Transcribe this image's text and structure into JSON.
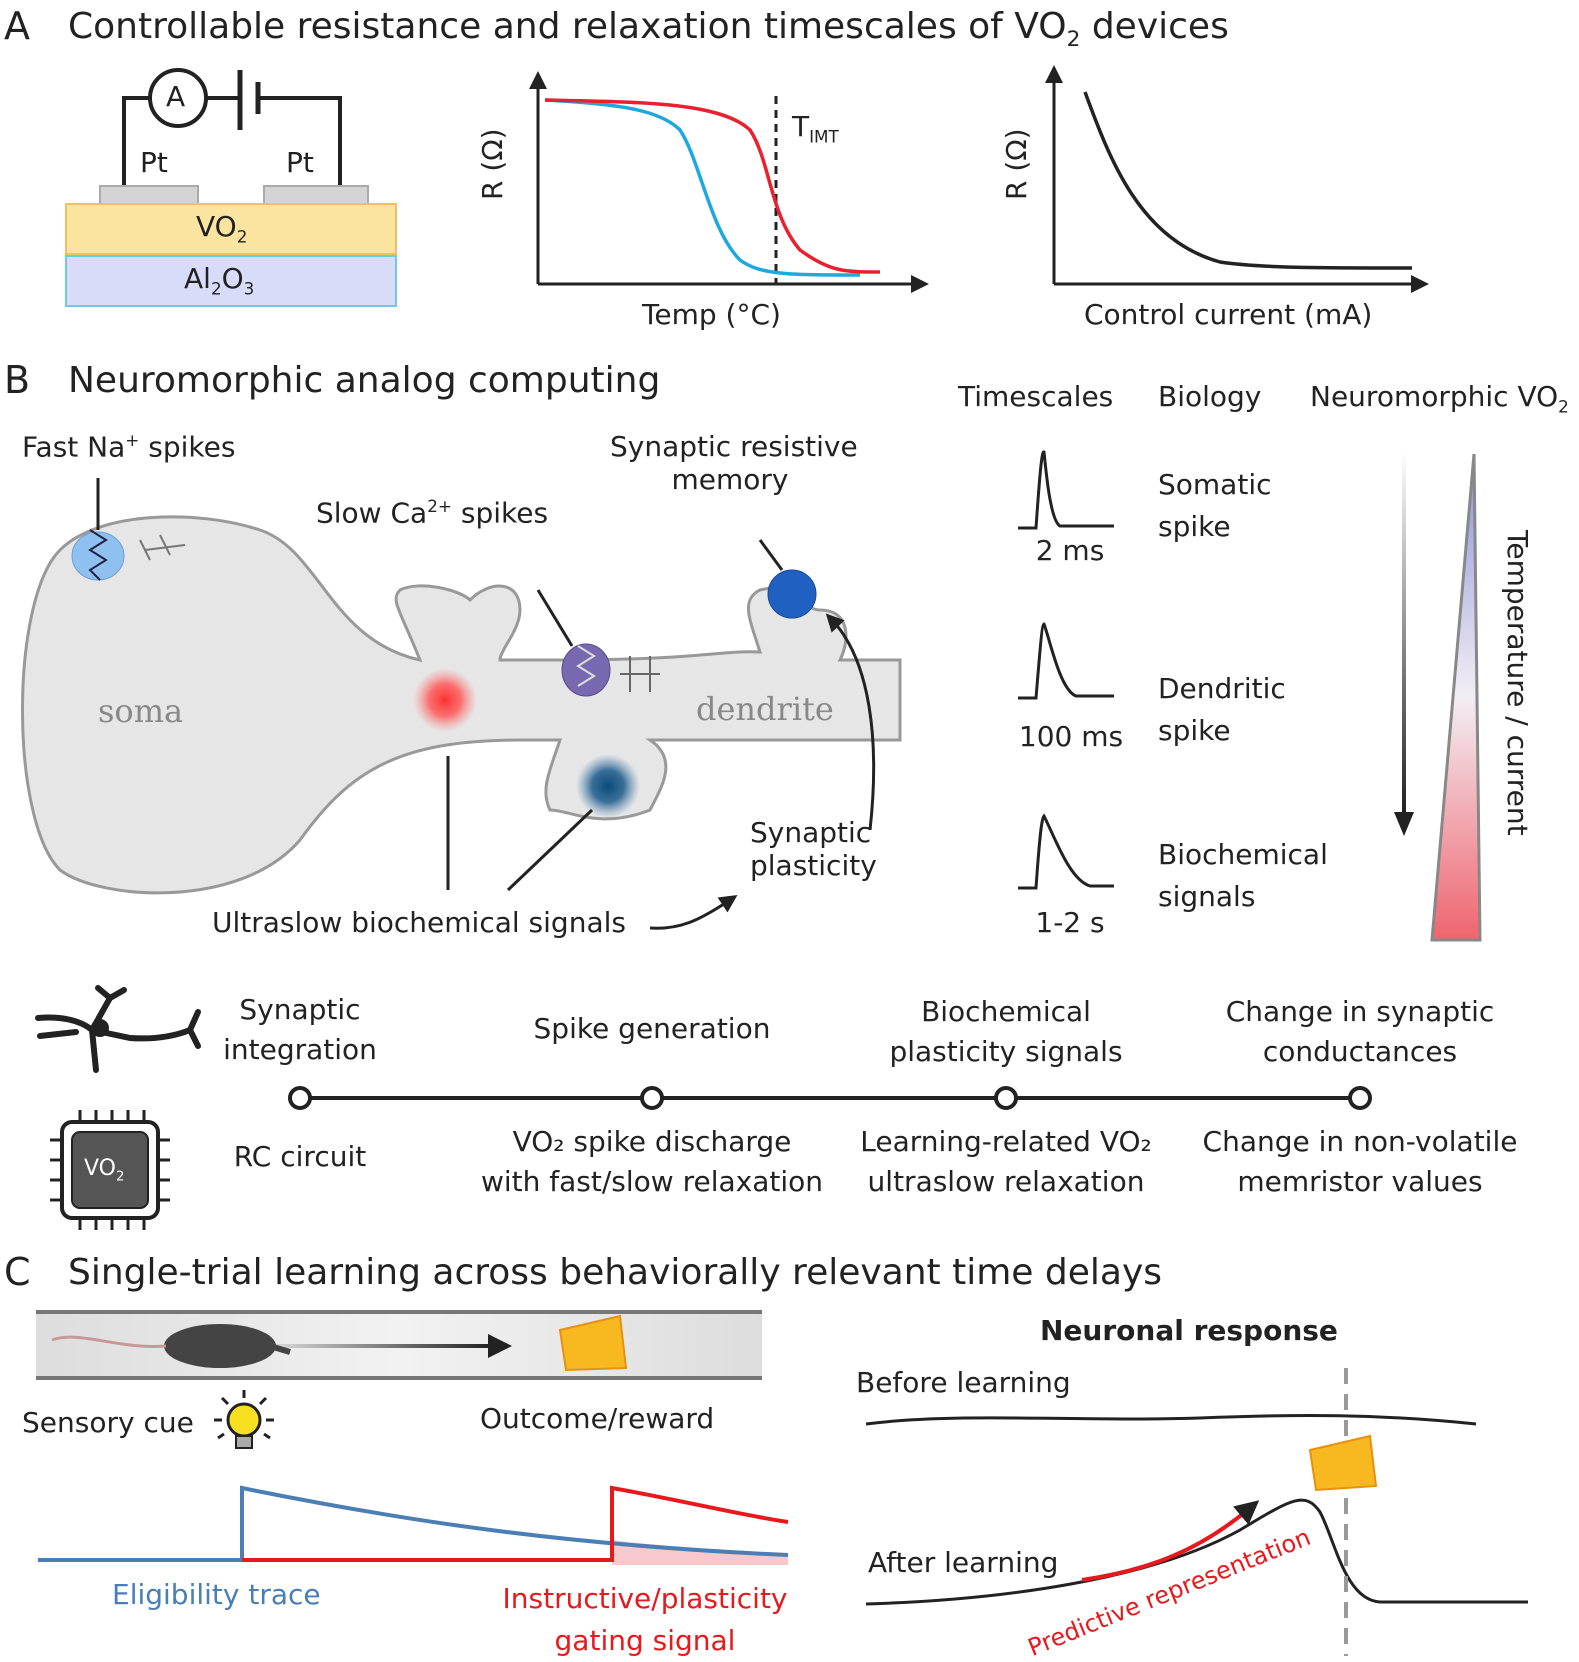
{
  "panel_a": {
    "letter": "A",
    "title_pre": "Controllable resistance and relaxation timescales of VO",
    "title_sub": "2",
    "title_post": " devices",
    "device": {
      "ammeter": "A",
      "electrode_left": "Pt",
      "electrode_right": "Pt",
      "layer_top": "VO",
      "layer_top_sub": "2",
      "layer_bottom_pre": "Al",
      "layer_bottom_sub1": "2",
      "layer_bottom_mid": "O",
      "layer_bottom_sub2": "3"
    },
    "plot_temp": {
      "ylabel": "R (Ω)",
      "xlabel": "Temp (°C)",
      "marker_label": "T",
      "marker_sub": "IMT"
    },
    "plot_current": {
      "ylabel": "R (Ω)",
      "xlabel": "Control current (mA)"
    }
  },
  "panel_b": {
    "letter": "B",
    "title": "Neuromorphic analog computing",
    "neuron": {
      "fast_spikes_pre": "Fast Na",
      "fast_spikes_sup": "+",
      "fast_spikes_post": " spikes",
      "slow_spikes_pre": "Slow Ca",
      "slow_spikes_sup": "2+",
      "slow_spikes_post": " spikes",
      "synaptic_memory_l1": "Synaptic resistive",
      "synaptic_memory_l2": "memory",
      "soma": "soma",
      "dendrite": "dendrite",
      "plasticity_l1": "Synaptic",
      "plasticity_l2": "plasticity",
      "ultraslow": "Ultraslow biochemical signals"
    },
    "table": {
      "headers": [
        "Timescales",
        "Biology",
        "Neuromorphic VO"
      ],
      "header_sub": "2",
      "rows": [
        {
          "timescale": "2 ms",
          "biology_l1": "Somatic",
          "biology_l2": "spike"
        },
        {
          "timescale": "100 ms",
          "biology_l1": "Dendritic",
          "biology_l2": "spike"
        },
        {
          "timescale": "1-2 s",
          "biology_l1": "Biochemical",
          "biology_l2": "signals"
        }
      ],
      "gradient_label": "Temperature / current"
    },
    "timeline": {
      "biology": [
        {
          "l1": "Synaptic",
          "l2": "integration"
        },
        {
          "l1": "Spike generation",
          "l2": ""
        },
        {
          "l1": "Biochemical",
          "l2": "plasticity signals"
        },
        {
          "l1": "Change in synaptic",
          "l2": "conductances"
        }
      ],
      "vo2": [
        {
          "l1": "RC circuit",
          "l2": ""
        },
        {
          "l1": "VO₂ spike discharge",
          "l2": "with fast/slow relaxation"
        },
        {
          "l1": "Learning-related VO₂",
          "l2": "ultraslow relaxation"
        },
        {
          "l1": "Change in non-volatile",
          "l2": "memristor values"
        }
      ],
      "chip_label": "VO",
      "chip_sub": "2"
    }
  },
  "panel_c": {
    "letter": "C",
    "title": "Single-trial learning across behaviorally relevant time delays",
    "sensory_cue": "Sensory cue",
    "outcome": "Outcome/reward",
    "eligibility": "Eligibility trace",
    "instructive_l1": "Instructive/plasticity",
    "instructive_l2": "gating signal",
    "neuronal_response": "Neuronal response",
    "before": "Before learning",
    "after": "After learning",
    "predictive": "Predictive representation",
    "colors": {
      "eligibility": "#4a7fb5",
      "instructive": "#e8191c",
      "timeline_line": "#222222"
    }
  }
}
